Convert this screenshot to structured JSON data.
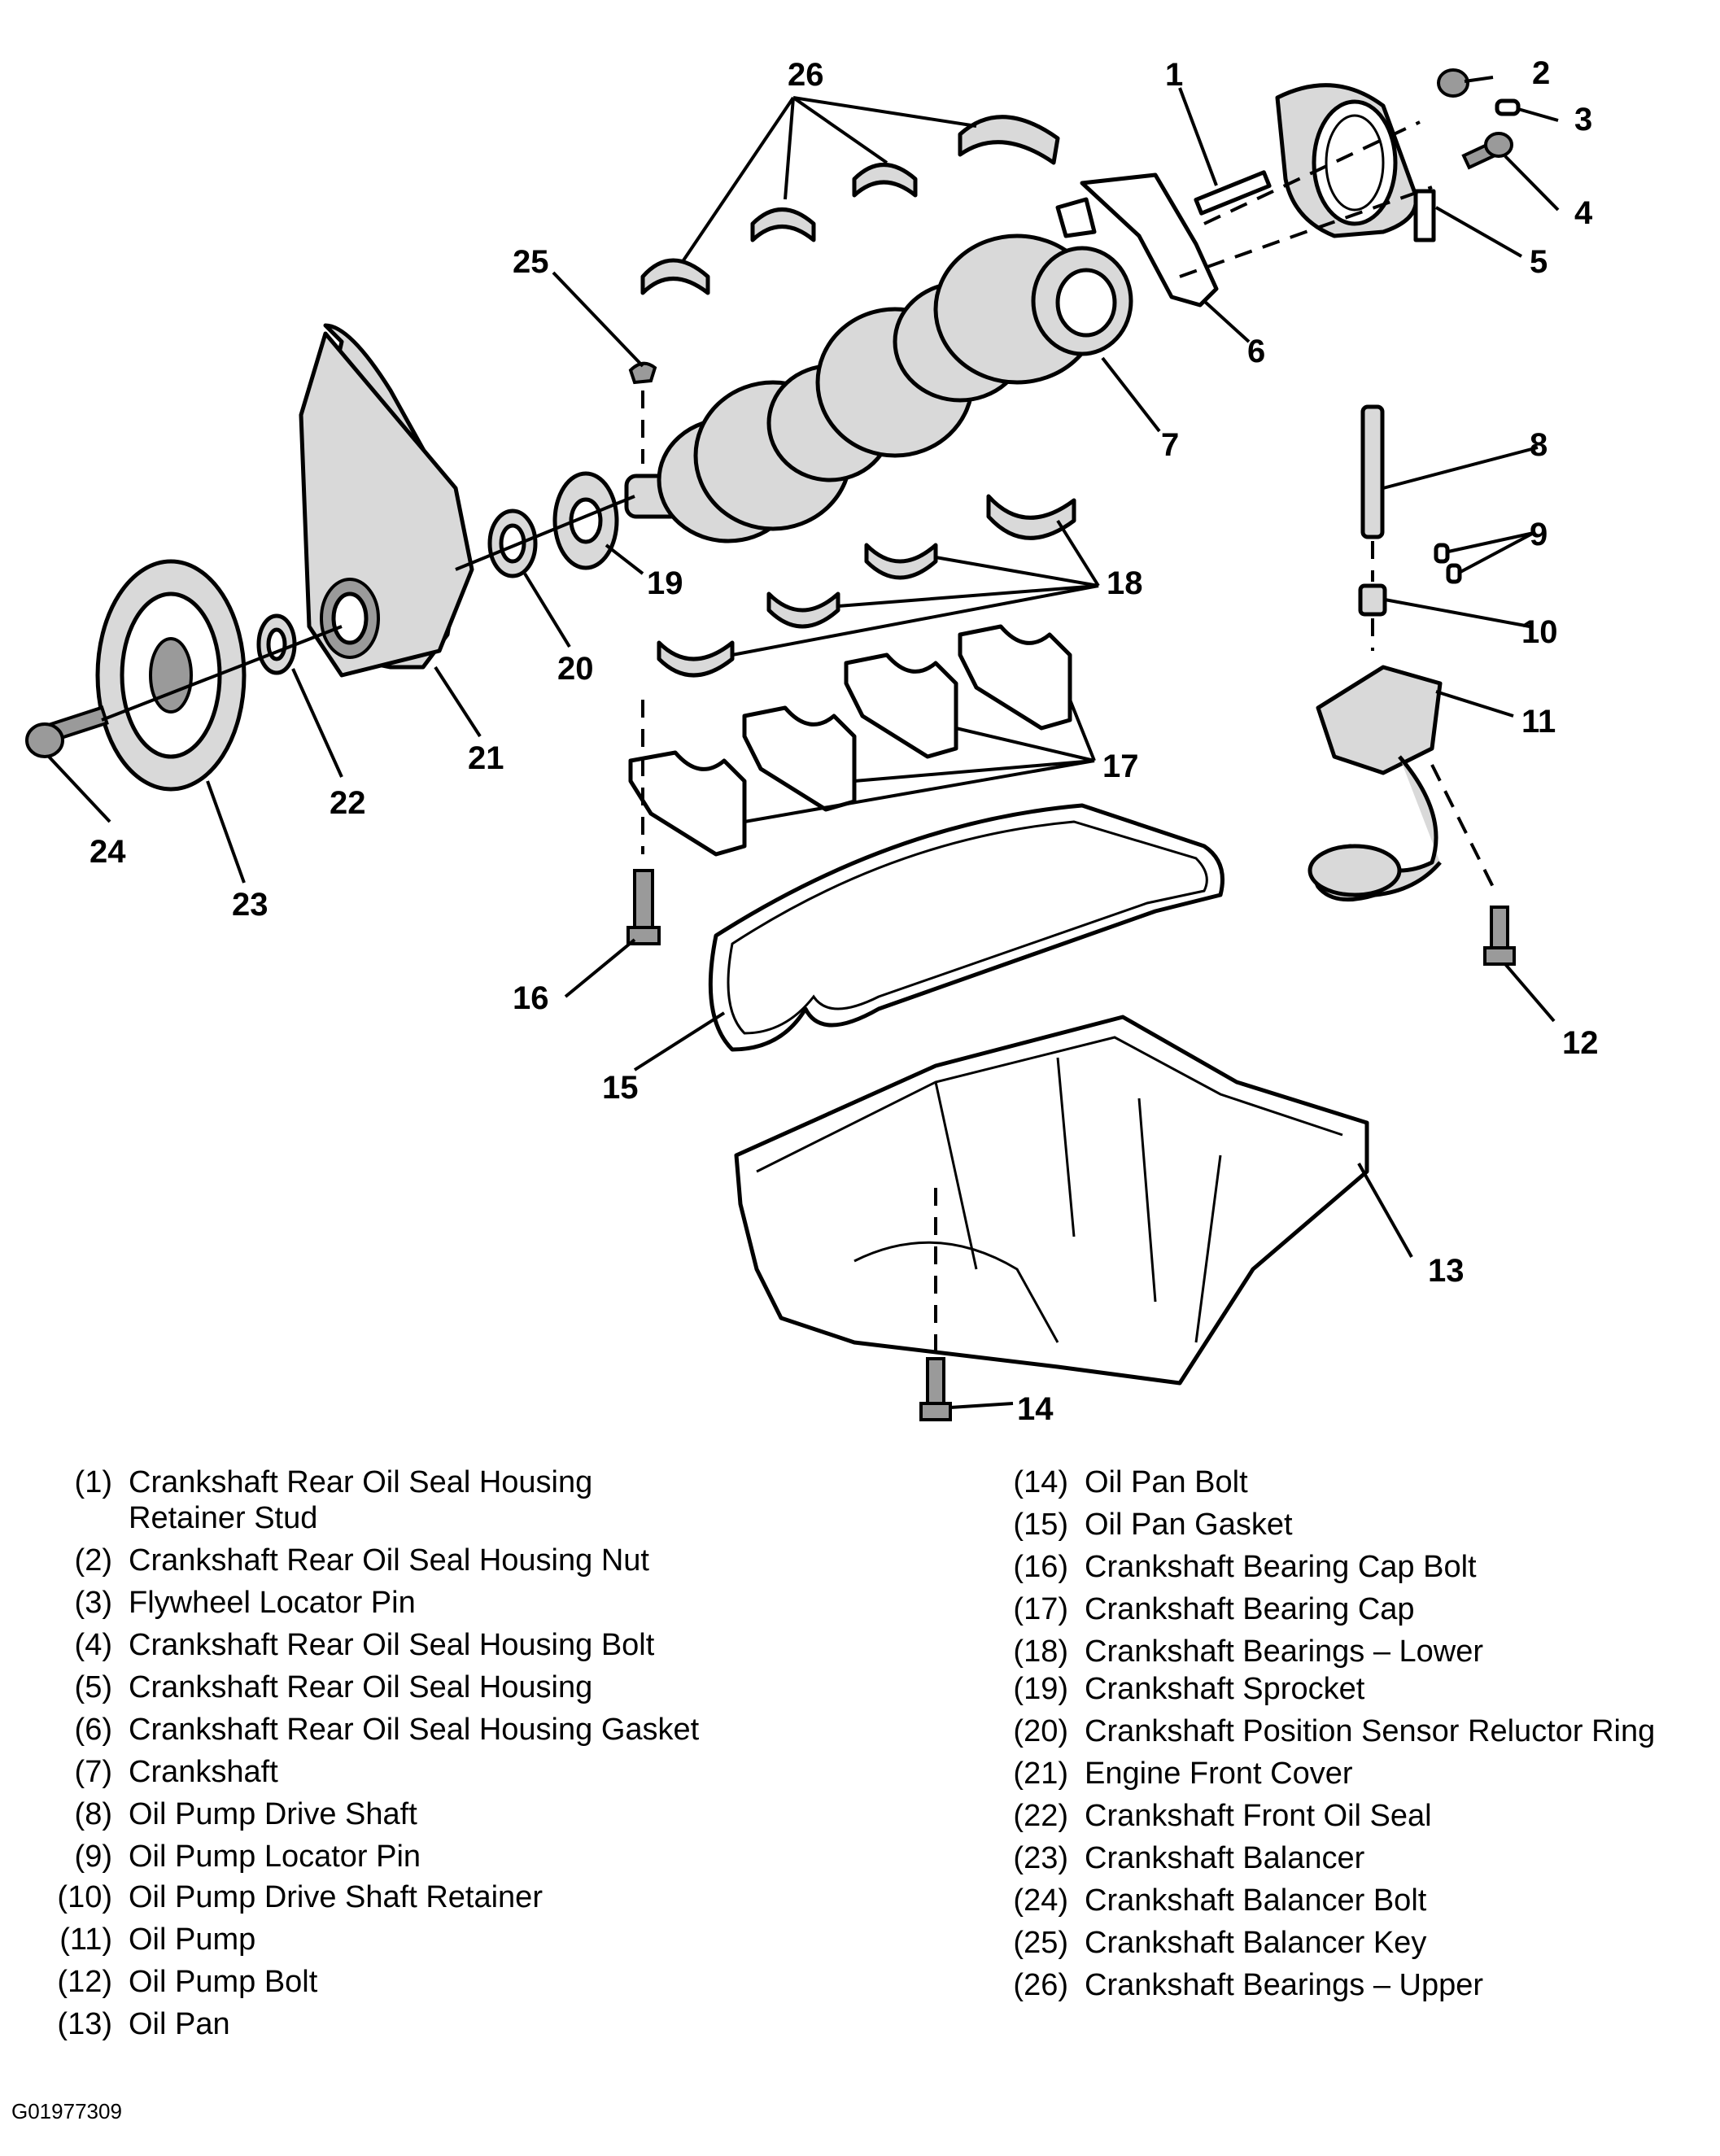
{
  "figure_id": "G01977309",
  "callouts": [
    "1",
    "2",
    "3",
    "4",
    "5",
    "6",
    "7",
    "8",
    "9",
    "10",
    "11",
    "12",
    "13",
    "14",
    "15",
    "16",
    "17",
    "18",
    "19",
    "20",
    "21",
    "22",
    "23",
    "24",
    "25",
    "26"
  ],
  "legend": [
    {
      "num": "(1)",
      "text": "Crankshaft Rear Oil Seal Housing Retainer Stud"
    },
    {
      "num": "(2)",
      "text": "Crankshaft Rear Oil Seal Housing Nut"
    },
    {
      "num": "(3)",
      "text": "Flywheel Locator Pin"
    },
    {
      "num": "(4)",
      "text": "Crankshaft Rear Oil Seal Housing Bolt"
    },
    {
      "num": "(5)",
      "text": "Crankshaft Rear Oil Seal Housing"
    },
    {
      "num": "(6)",
      "text": "Crankshaft Rear Oil Seal Housing Gasket"
    },
    {
      "num": "(7)",
      "text": "Crankshaft"
    },
    {
      "num": "(8)",
      "text": "Oil Pump Drive Shaft"
    },
    {
      "num": "(9)",
      "text": "Oil Pump Locator Pin"
    },
    {
      "num": "(10)",
      "text": "Oil Pump Drive Shaft Retainer"
    },
    {
      "num": "(11)",
      "text": "Oil Pump"
    },
    {
      "num": "(12)",
      "text": "Oil Pump Bolt"
    },
    {
      "num": "(13)",
      "text": "Oil Pan"
    },
    {
      "num": "(14)",
      "text": "Oil Pan Bolt"
    },
    {
      "num": "(15)",
      "text": "Oil Pan Gasket"
    },
    {
      "num": "(16)",
      "text": "Crankshaft Bearing Cap Bolt"
    },
    {
      "num": "(17)",
      "text": "Crankshaft Bearing Cap"
    },
    {
      "num": "(18)",
      "text": "Crankshaft Bearings – Lower"
    },
    {
      "num": "(19)",
      "text": "Crankshaft Sprocket"
    },
    {
      "num": "(20)",
      "text": "Crankshaft Position Sensor Reluctor Ring"
    },
    {
      "num": "(21)",
      "text": "Engine Front Cover"
    },
    {
      "num": "(22)",
      "text": "Crankshaft Front Oil Seal"
    },
    {
      "num": "(23)",
      "text": "Crankshaft Balancer"
    },
    {
      "num": "(24)",
      "text": "Crankshaft Balancer Bolt"
    },
    {
      "num": "(25)",
      "text": "Crankshaft Balancer Key"
    },
    {
      "num": "(26)",
      "text": "Crankshaft Bearings – Upper"
    }
  ]
}
